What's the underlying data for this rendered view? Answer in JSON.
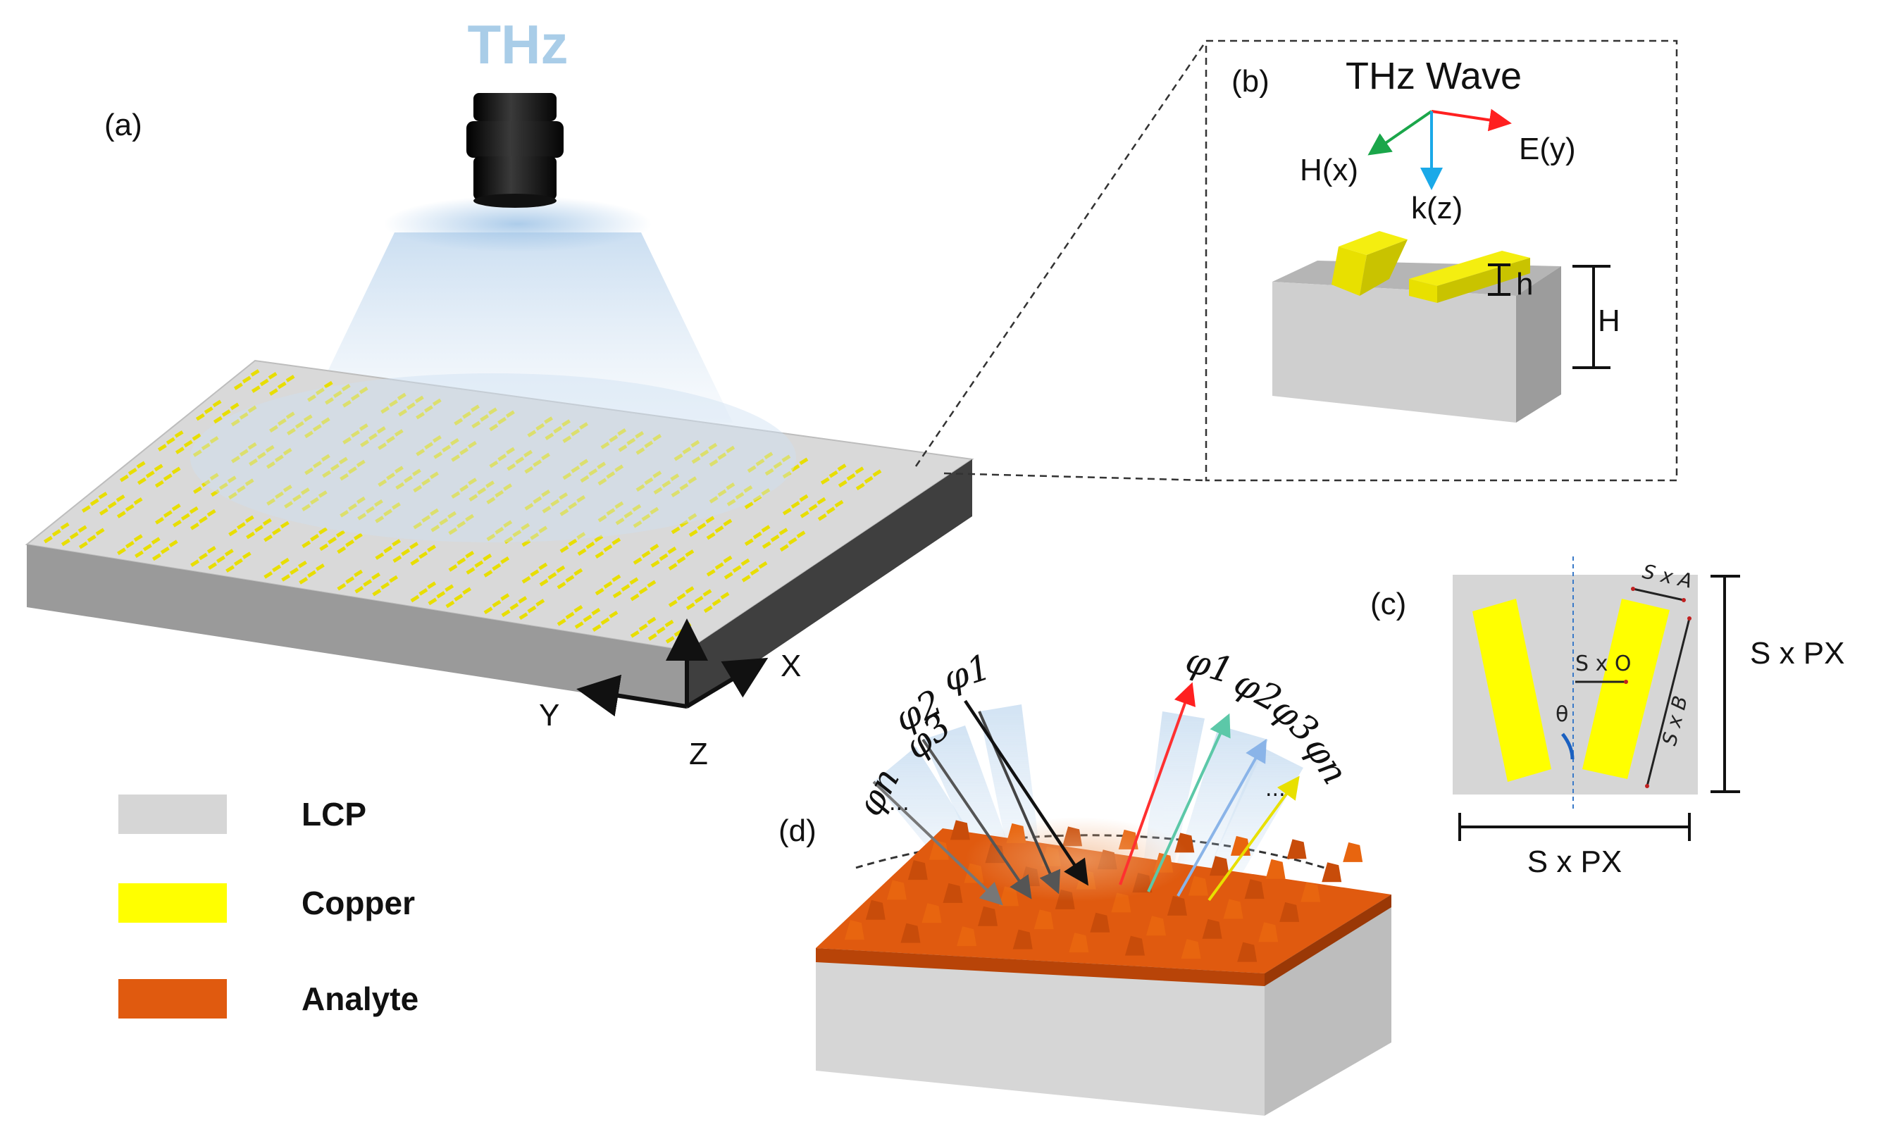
{
  "figure": {
    "source_label": "THz",
    "panel_labels": {
      "a": "(a)",
      "b": "(b)",
      "c": "(c)",
      "d": "(d)"
    },
    "axes": {
      "x": "X",
      "y": "Y",
      "z": "Z"
    },
    "panel_b": {
      "title": "THz Wave",
      "h_field": "H(x)",
      "e_field": "E(y)",
      "k_vector": "k(z)",
      "small_h": "h",
      "big_h": "H"
    },
    "panel_c": {
      "sxa": "S x A",
      "sxb": "S x B",
      "sxo": "S x O",
      "theta": "θ",
      "px_right": "S x PX",
      "px_bottom": "S x PX"
    },
    "panel_d": {
      "left_labels": [
        "φn",
        "φ3",
        "φ2",
        "φ1"
      ],
      "right_labels": [
        "φ1",
        "φ2",
        "φ3",
        "φn"
      ],
      "ellipsis": "..."
    },
    "legend": [
      {
        "label": "LCP",
        "color": "#d6d6d6"
      },
      {
        "label": "Copper",
        "color": "#ffff00"
      },
      {
        "label": "Analyte",
        "color": "#e05a0f"
      }
    ],
    "colors": {
      "substrate_top": "#d9d9d9",
      "substrate_side": "#8c8c8c",
      "copper": "#ffff00",
      "analyte": "#e05a0f",
      "e_arrow": "#ff2020",
      "h_arrow": "#1aa64a",
      "k_arrow": "#1aa9e8",
      "thz_text": "#a9cde8"
    }
  }
}
